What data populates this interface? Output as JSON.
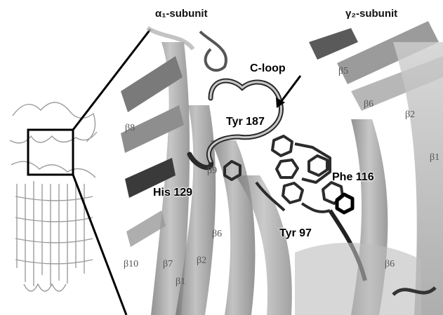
{
  "headers": {
    "alpha": "α₁-subunit",
    "gamma": "γ₂-subunit"
  },
  "residue_labels": {
    "c_loop": "C-loop",
    "tyr187": "Tyr 187",
    "his129": "His 129",
    "phe116": "Phe 116",
    "tyr97": "Tyr 97"
  },
  "strands": {
    "b8": "β8",
    "b9": "β9",
    "b6_alpha": "β6",
    "b10": "β10",
    "b7": "β7",
    "b2_alpha": "β2",
    "b1_alpha": "β1",
    "b5": "β5",
    "b6_gamma_top": "β6",
    "b2_gamma": "β2",
    "b1_gamma": "β1",
    "b6_gamma_bottom": "β6"
  },
  "colors": {
    "ribbon": "#8a8a8a",
    "ribbon_dark": "#3a3a3a",
    "ink": "#000000"
  }
}
